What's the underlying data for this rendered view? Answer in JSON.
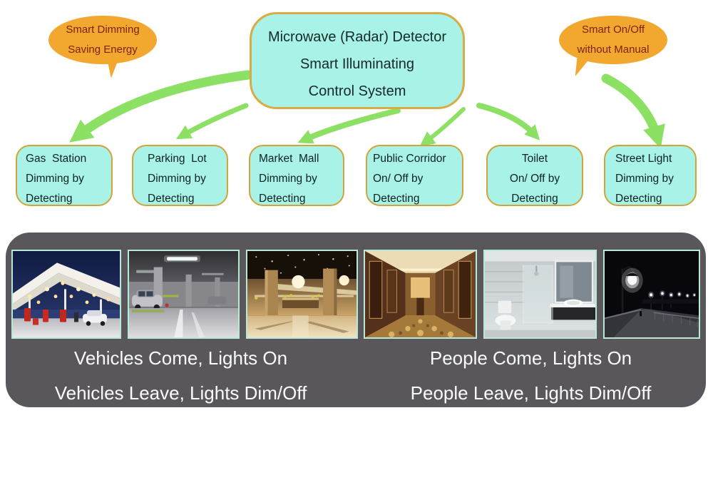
{
  "diagram": {
    "title_lines": [
      "Microwave (Radar) Detector",
      "Smart Illuminating",
      "Control System"
    ],
    "bubble_left": {
      "lines": [
        "Smart Dimming",
        "Saving Energy"
      ]
    },
    "bubble_right": {
      "lines": [
        "Smart On/Off",
        "without Manual"
      ]
    },
    "applications": [
      {
        "name": "gas-station",
        "lines": [
          "Gas  Station",
          "Dimming by",
          "Detecting"
        ]
      },
      {
        "name": "parking-lot",
        "lines": [
          "Parking  Lot",
          "Dimming by",
          "Detecting"
        ]
      },
      {
        "name": "market-mall",
        "lines": [
          "Market  Mall",
          "Dimming by",
          "Detecting"
        ]
      },
      {
        "name": "public-corridor",
        "lines": [
          "Public Corridor",
          "On/ Off by",
          "Detecting"
        ]
      },
      {
        "name": "toilet",
        "lines": [
          "Toilet",
          "On/ Off by",
          "Detecting"
        ]
      },
      {
        "name": "street-light",
        "lines": [
          "Street Light",
          "Dimming by",
          "Detecting"
        ]
      }
    ]
  },
  "panel": {
    "photos": [
      "gas-station-night",
      "parking-garage",
      "market-mall-interior",
      "hotel-corridor",
      "bathroom",
      "street-lights-night"
    ],
    "caption_vehicles": {
      "line1": "Vehicles Come, Lights On",
      "line2": "Vehicles Leave, Lights Dim/Off"
    },
    "caption_people": {
      "line1": "People Come, Lights On",
      "line2": "People Leave, Lights Dim/Off"
    }
  },
  "colors": {
    "box_fill": "#a9f2e8",
    "box_border": "#d2a438",
    "bubble_fill": "#f2a72e",
    "bubble_text": "#7a2310",
    "arrow_green": "#8ce063",
    "panel_bg": "#59575b",
    "photo_border": "#b7e9d6",
    "caption_text": "#fbfbfb"
  }
}
